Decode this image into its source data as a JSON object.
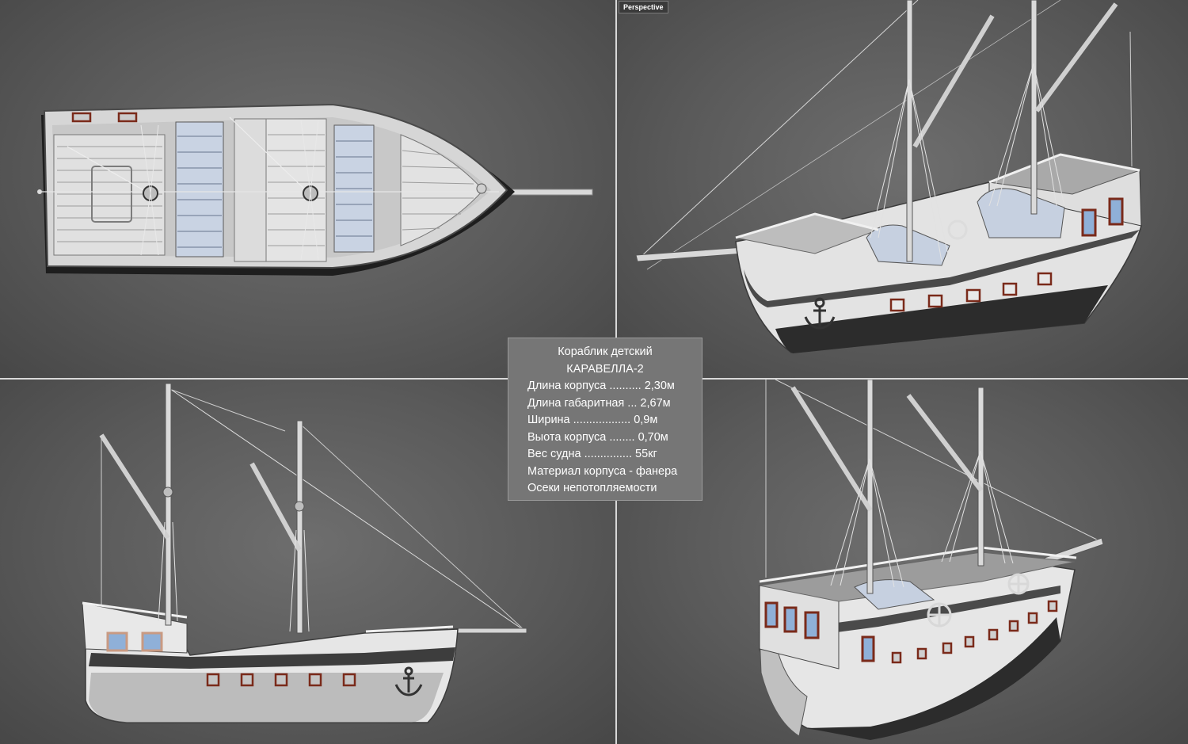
{
  "viewports": {
    "perspective_label": "Perspective"
  },
  "specs": {
    "title_line1": "Кораблик детский",
    "title_line2": "КАРАВЕЛЛА-2",
    "lines": [
      "Длина корпуса .......... 2,30м",
      "Длина габаритная ... 2,67м",
      "Ширина .................. 0,9м",
      "Выота корпуса ........ 0,70м",
      "Вес судна ............... 55кг",
      "Материал корпуса - фанера",
      "Осеки непотопляемости"
    ]
  },
  "colors": {
    "background": "#5a5a5a",
    "hull_white": "#e8e8e8",
    "hull_dark": "#2a2a2a",
    "window_frame": "#7a2a1a",
    "window_glass": "#8fb0d8",
    "panel_bg": "#767676"
  }
}
